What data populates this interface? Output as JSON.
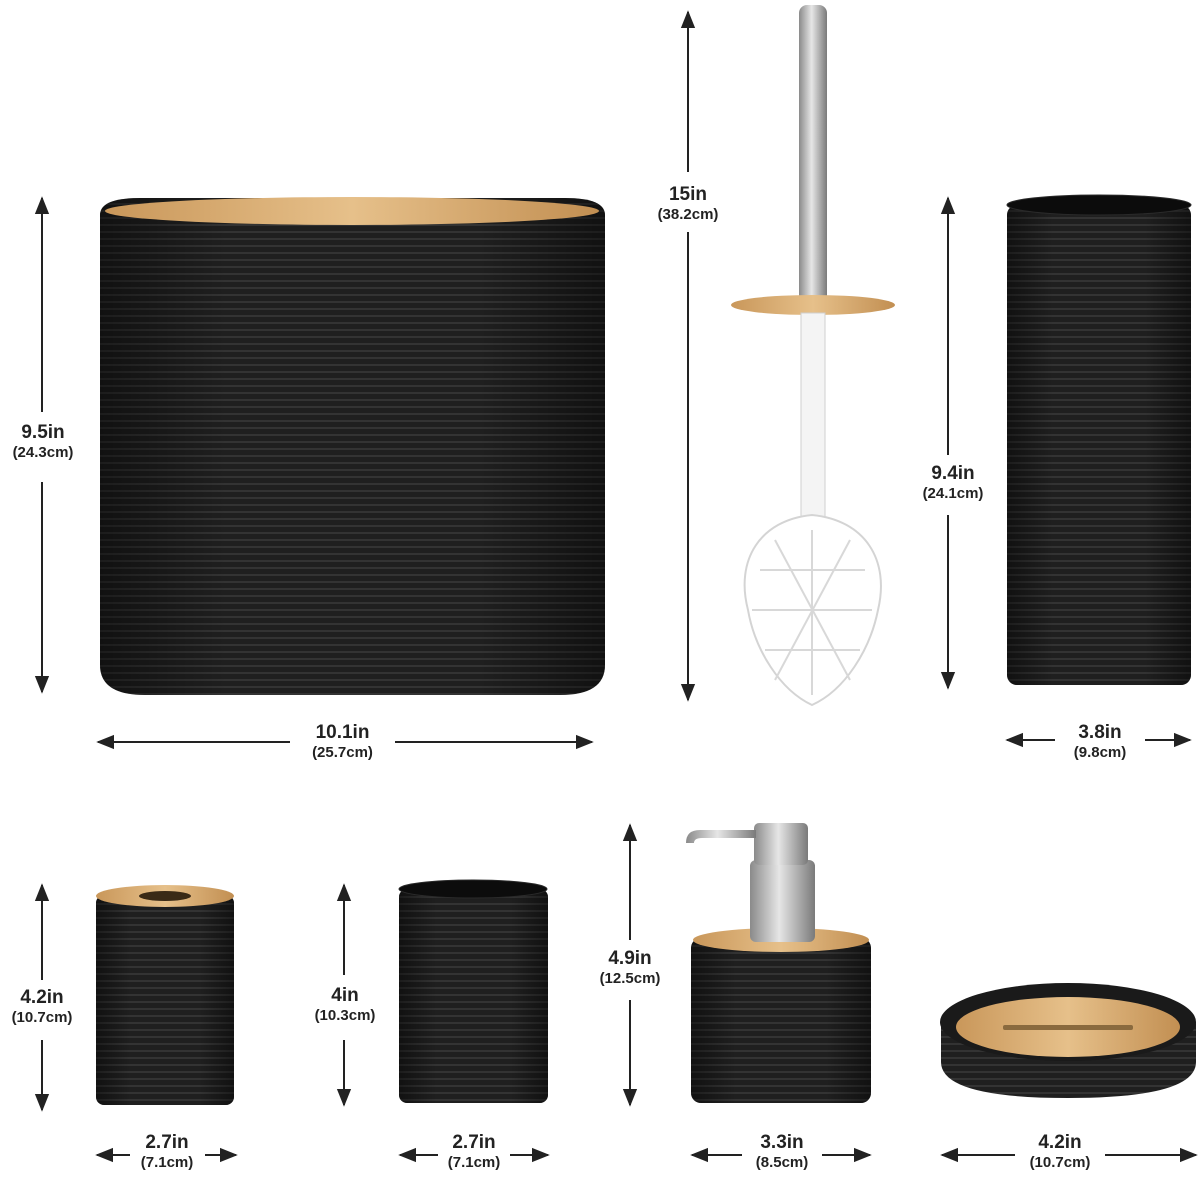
{
  "dimensions": {
    "trash_can_height": {
      "in": "9.5in",
      "cm": "(24.3cm)"
    },
    "trash_can_width": {
      "in": "10.1in",
      "cm": "(25.7cm)"
    },
    "toilet_brush_height": {
      "in": "15in",
      "cm": "(38.2cm)"
    },
    "brush_holder_height": {
      "in": "9.4in",
      "cm": "(24.1cm)"
    },
    "brush_holder_width": {
      "in": "3.8in",
      "cm": "(9.8cm)"
    },
    "toothbrush_holder_height": {
      "in": "4.2in",
      "cm": "(10.7cm)"
    },
    "toothbrush_holder_width": {
      "in": "2.7in",
      "cm": "(7.1cm)"
    },
    "tumbler_height": {
      "in": "4in",
      "cm": "(10.3cm)"
    },
    "tumbler_width": {
      "in": "2.7in",
      "cm": "(7.1cm)"
    },
    "soap_dispenser_height": {
      "in": "4.9in",
      "cm": "(12.5cm)"
    },
    "soap_dispenser_width": {
      "in": "3.3in",
      "cm": "(8.5cm)"
    },
    "soap_dish_width": {
      "in": "4.2in",
      "cm": "(10.7cm)"
    }
  },
  "colors": {
    "product_body": "#1f1f1f",
    "ridge": "#2c2c2c",
    "bamboo": "#d7ad6e",
    "steel": "#b8b8b8",
    "bristle": "#ffffff",
    "arrow": "#222222"
  }
}
